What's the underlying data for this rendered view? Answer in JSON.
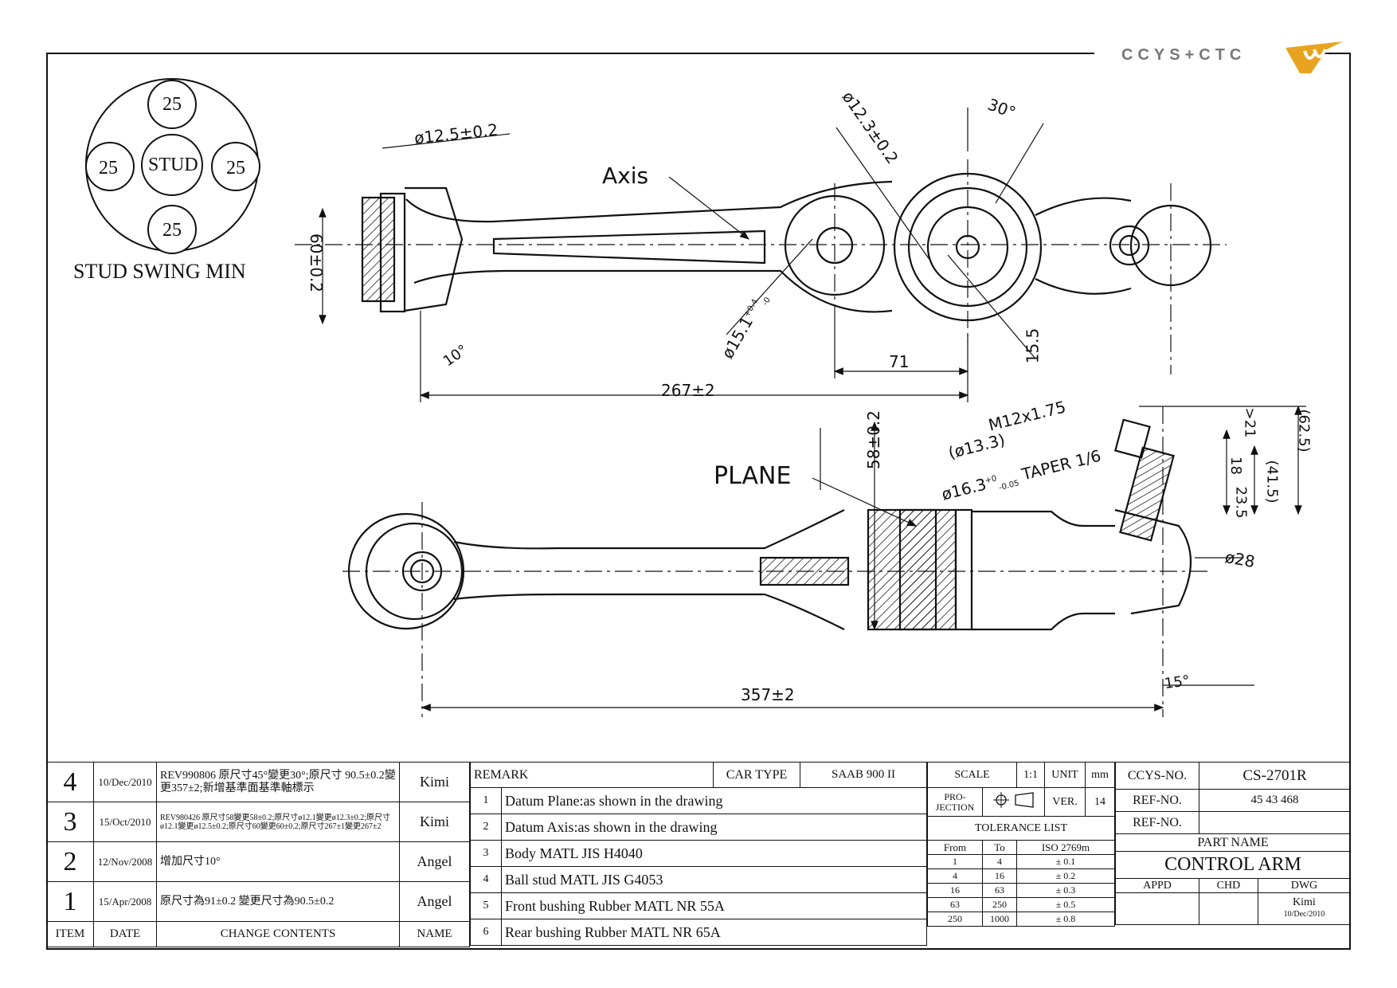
{
  "logo": {
    "text": "CCYS+CTC"
  },
  "stud_swing": {
    "title": "STUD SWING MIN",
    "center": "STUD",
    "angles": [
      "25",
      "25",
      "25",
      "25"
    ],
    "degree_mark": "°"
  },
  "drawing_labels": {
    "axis": "Axis",
    "plane": "PLANE",
    "d_12_5": "ø12.5±0.2",
    "d_12_3": "ø12.3±0.2",
    "ang_30": "30°",
    "d_60": "60±0.2",
    "d_15_1": "ø15.1",
    "d_15_1_tol_up": "+0.4",
    "d_15_1_tol_dn": "-0",
    "ang_10": "10°",
    "len_71": "71",
    "len_15_5": "15.5",
    "len_267": "267±2",
    "m12": "M12x1.75",
    "d_13_3": "(ø13.3)",
    "d_16_3": "ø16.3",
    "d_16_3_tol_up": "+0",
    "d_16_3_tol_dn": "-0.05",
    "taper": "TAPER 1/6",
    "d_58": "58±0.2",
    "gt_21": ">21",
    "p_62_5": "(62.5)",
    "p_41_5": "(41.5)",
    "len_18": "18",
    "len_23_5": "23.5",
    "d_28": "ø28",
    "ang_15": "15°",
    "len_357": "357±2"
  },
  "revisions": [
    {
      "num": "4",
      "date": "10/Dec/2010",
      "content": "REV990806 原尺寸45°變更30°;原尺寸 90.5±0.2變更357±2;新增基準面基準軸標示",
      "name": "Kimi"
    },
    {
      "num": "3",
      "date": "15/Oct/2010",
      "content": "REV980426 原尺寸58變更58±0.2;原尺寸ø12.1變更ø12.3±0.2;原尺寸ø12.1變更ø12.5±0.2;原尺寸60變更60±0.2;原尺寸267±1變更267±2",
      "name": "Kimi"
    },
    {
      "num": "2",
      "date": "12/Nov/2008",
      "content": "增加尺寸10°",
      "name": "Angel"
    },
    {
      "num": "1",
      "date": "15/Apr/2008",
      "content": "原尺寸為91±0.2 變更尺寸為90.5±0.2",
      "name": "Angel"
    }
  ],
  "rev_headers": {
    "item": "ITEM",
    "date": "DATE",
    "content": "CHANGE CONTENTS",
    "name": "NAME"
  },
  "remark": {
    "label": "REMARK",
    "car_type_label": "CAR TYPE",
    "car_type": "SAAB 900 II",
    "items": [
      {
        "n": "1",
        "text": "Datum Plane:as shown in the drawing"
      },
      {
        "n": "2",
        "text": "Datum Axis:as shown in the drawing"
      },
      {
        "n": "3",
        "text": "Body MATL JIS H4040"
      },
      {
        "n": "4",
        "text": "Ball stud MATL JIS G4053"
      },
      {
        "n": "5",
        "text": "Front bushing Rubber MATL NR 55A"
      },
      {
        "n": "6",
        "text": "Rear bushing Rubber MATL NR 65A"
      }
    ]
  },
  "spec": {
    "scale_label": "SCALE",
    "scale": "1:1",
    "unit_label": "UNIT",
    "unit": "mm",
    "projection_label": "PRO-JECTION",
    "ver_label": "VER.",
    "ver": "14",
    "tolerance_title": "TOLERANCE LIST",
    "tol_headers": [
      "From",
      "To",
      "ISO 2769m"
    ],
    "tolerances": [
      [
        "1",
        "4",
        "± 0.1"
      ],
      [
        "4",
        "16",
        "± 0.2"
      ],
      [
        "16",
        "63",
        "± 0.3"
      ],
      [
        "63",
        "250",
        "± 0.5"
      ],
      [
        "250",
        "1000",
        "± 0.8"
      ]
    ]
  },
  "part": {
    "ccys_no_label": "CCYS-NO.",
    "ccys_no": "CS-2701R",
    "ref_no_label": "REF-NO.",
    "ref_no": "45 43 468",
    "ref_no2_label": "REF-NO.",
    "ref_no2": "",
    "part_name_label": "PART NAME",
    "part_name": "CONTROL ARM",
    "appd": "APPD",
    "chd": "CHD",
    "dwg": "DWG",
    "drawer": "Kimi",
    "draw_date": "10/Dec/2010"
  }
}
